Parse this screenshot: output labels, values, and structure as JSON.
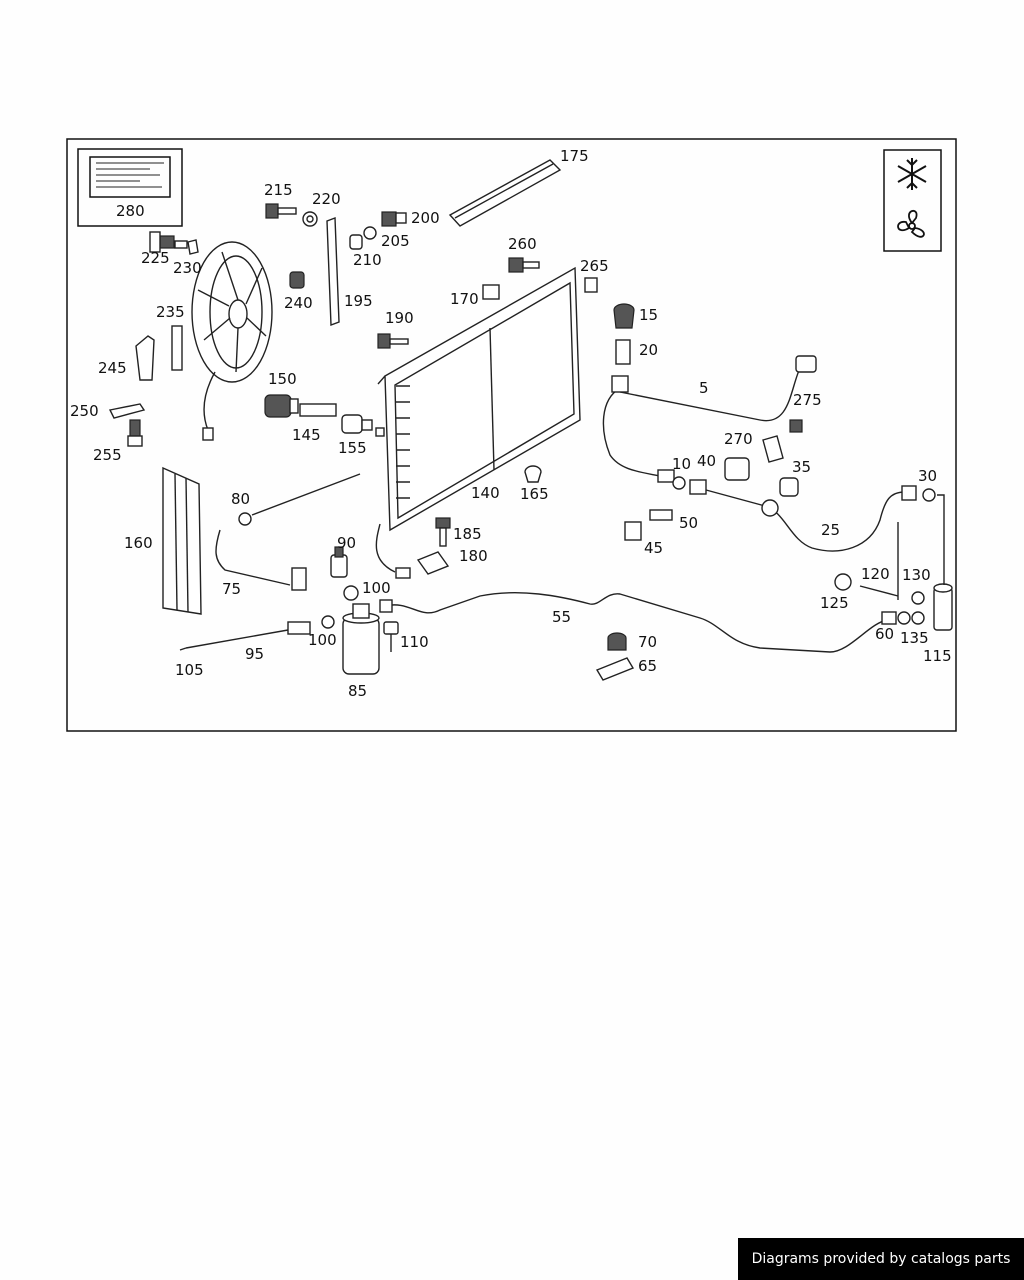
{
  "callouts": [
    "5",
    "10",
    "15",
    "20",
    "25",
    "30",
    "35",
    "40",
    "45",
    "50",
    "55",
    "60",
    "65",
    "70",
    "75",
    "80",
    "85",
    "90",
    "95",
    "100",
    "100",
    "105",
    "110",
    "115",
    "120",
    "125",
    "130",
    "135",
    "140",
    "145",
    "150",
    "155",
    "160",
    "165",
    "170",
    "175",
    "180",
    "185",
    "190",
    "195",
    "200",
    "205",
    "210",
    "215",
    "220",
    "225",
    "230",
    "235",
    "240",
    "245",
    "250",
    "255",
    "260",
    "265",
    "270",
    "275",
    "280"
  ],
  "icons": {
    "top": "snowflake-icon",
    "bottom": "fan-icon"
  },
  "footer": {
    "text": "Diagrams provided by catalogs parts"
  }
}
